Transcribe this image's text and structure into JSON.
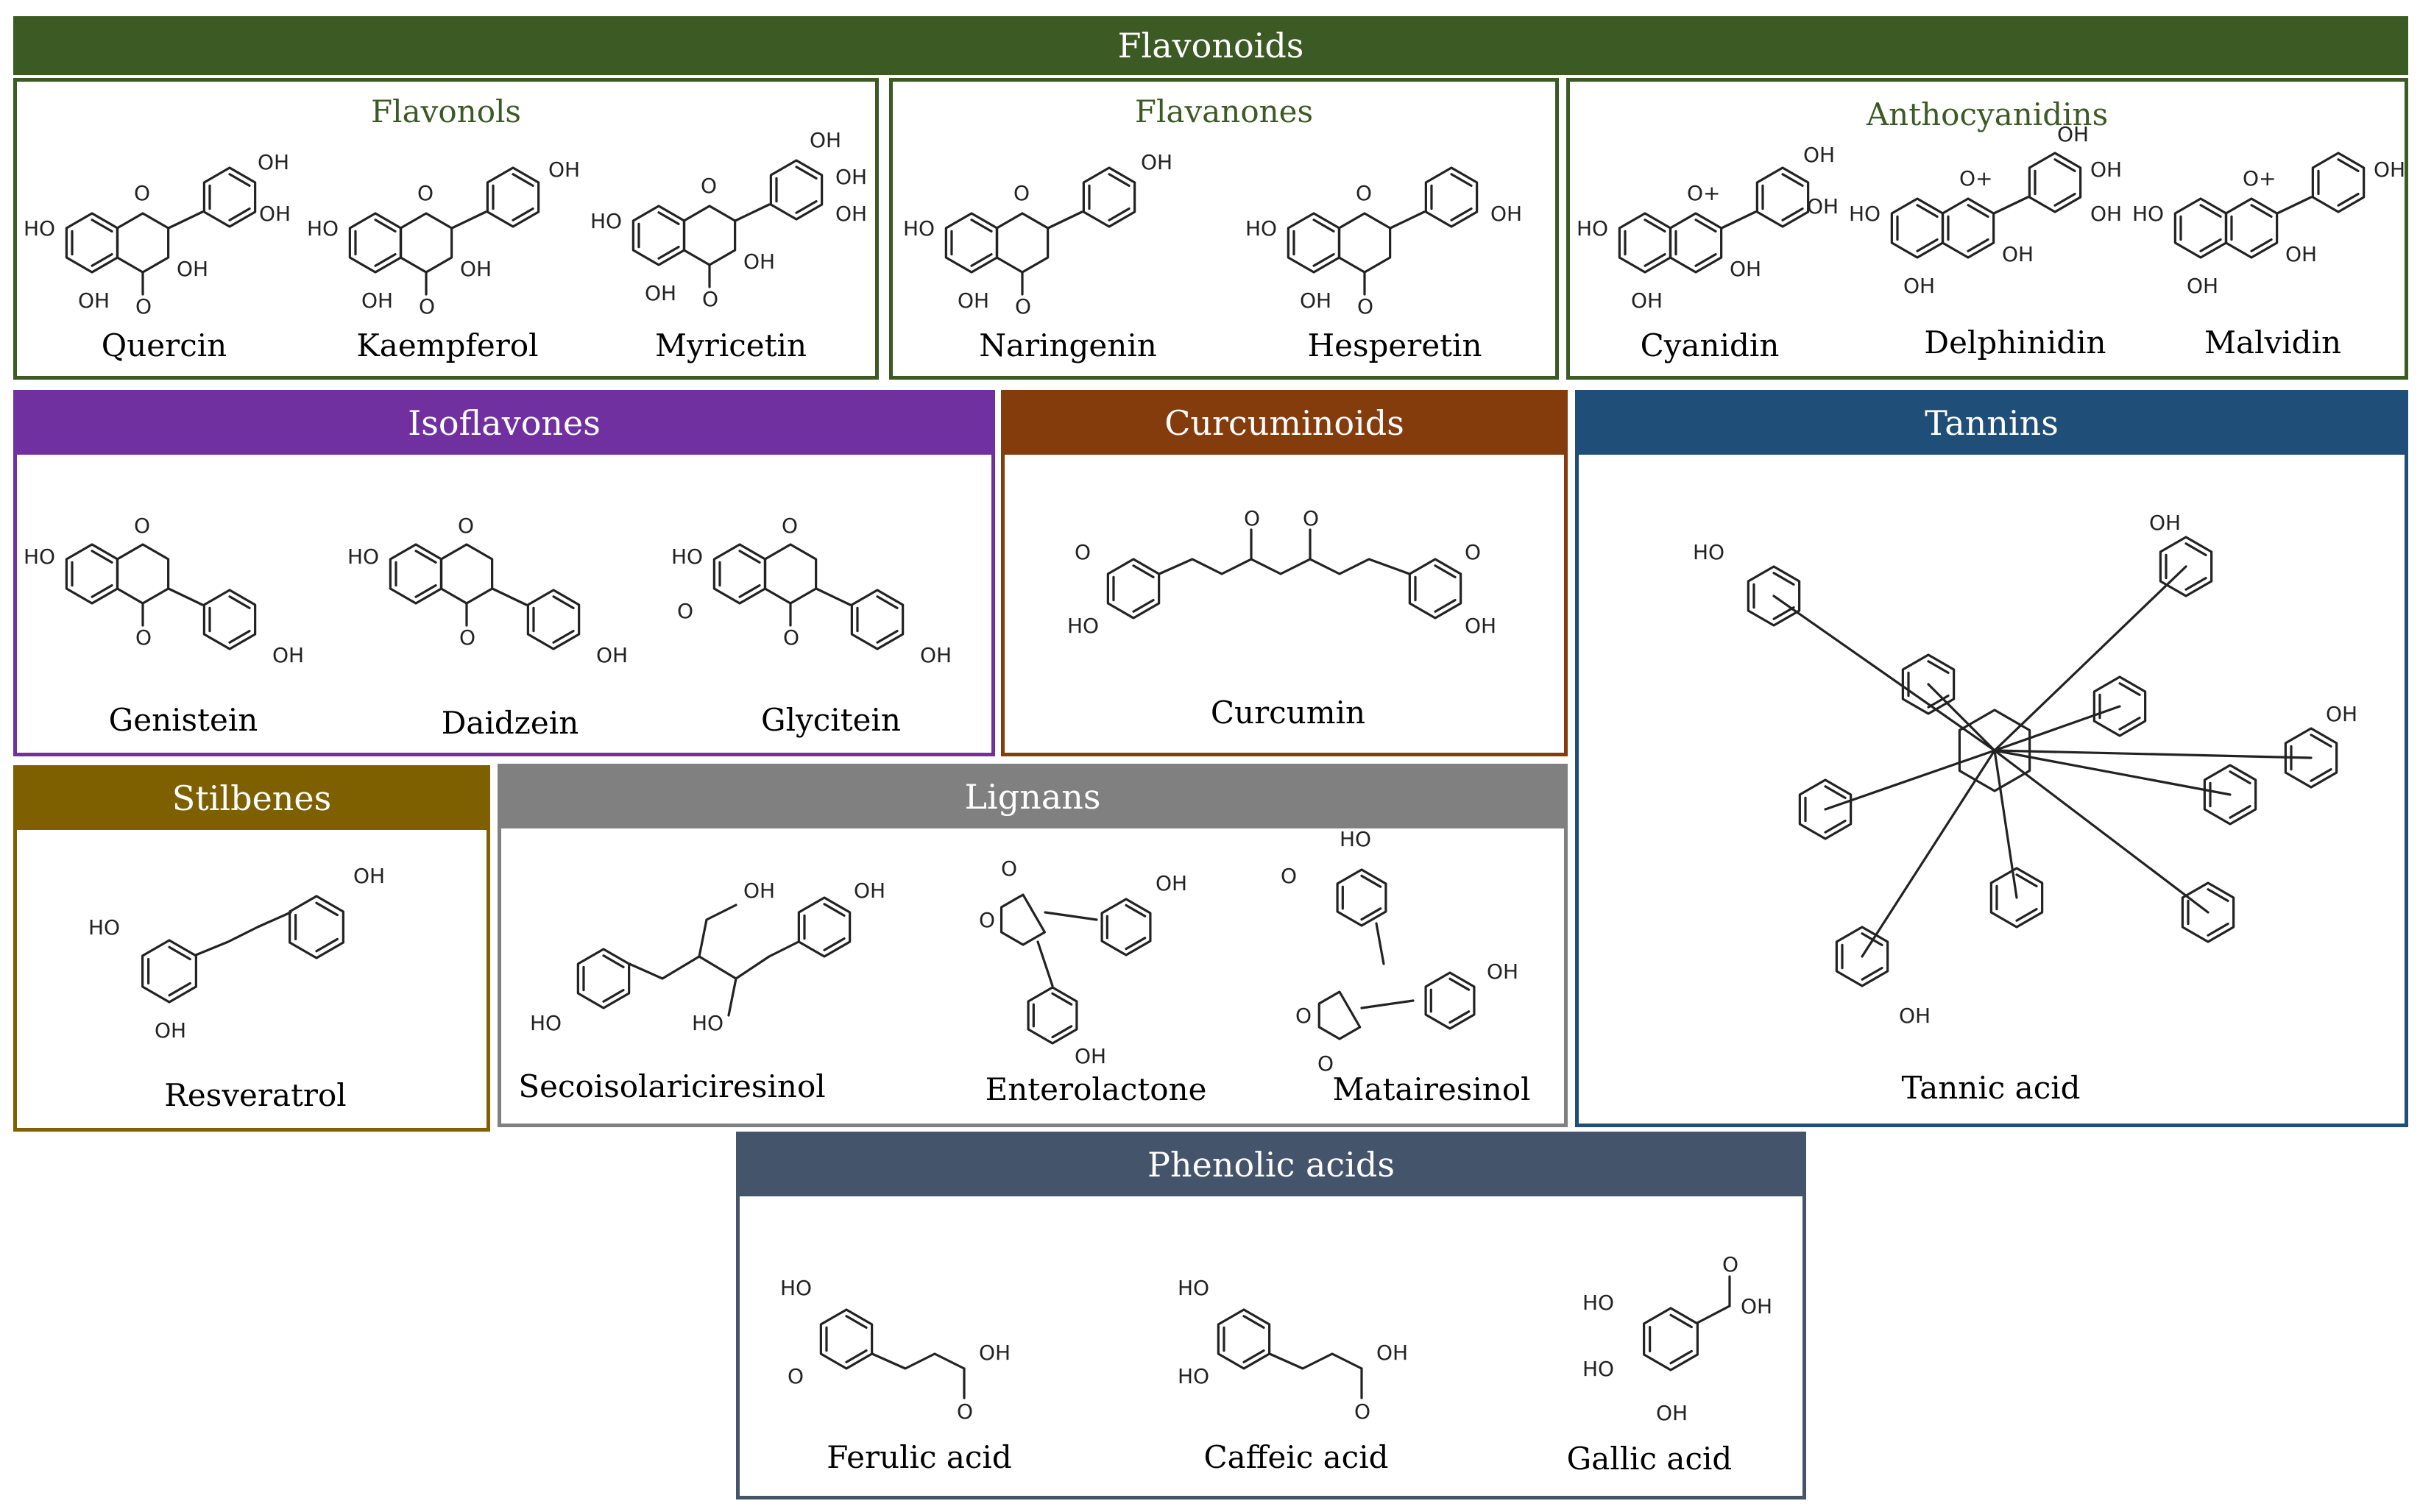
{
  "colors": {
    "flavonoids": "#3b5a24",
    "isoflavones": "#7030a0",
    "curcuminoids": "#843c0c",
    "tannins": "#1f4e79",
    "stilbenes": "#7f6000",
    "lignans": "#808080",
    "phenolic": "#44546a"
  },
  "groups": {
    "flavonoids": {
      "title": "Flavonoids",
      "flavonols": {
        "title": "Flavonols",
        "items": [
          "Quercin",
          "Kaempferol",
          "Myricetin"
        ]
      },
      "flavanones": {
        "title": "Flavanones",
        "items": [
          "Naringenin",
          "Hesperetin"
        ]
      },
      "anthocyanidins": {
        "title": "Anthocyanidins",
        "items": [
          "Cyanidin",
          "Delphinidin",
          "Malvidin"
        ]
      }
    },
    "isoflavones": {
      "title": "Isoflavones",
      "items": [
        "Genistein",
        "Daidzein",
        "Glycitein"
      ]
    },
    "curcuminoids": {
      "title": "Curcuminoids",
      "items": [
        "Curcumin"
      ]
    },
    "tannins": {
      "title": "Tannins",
      "items": [
        "Tannic acid"
      ]
    },
    "stilbenes": {
      "title": "Stilbenes",
      "items": [
        "Resveratrol"
      ]
    },
    "lignans": {
      "title": "Lignans",
      "items": [
        "Secoisolariciresinol",
        "Enterolactone",
        "Matairesinol"
      ]
    },
    "phenolic": {
      "title": "Phenolic acids",
      "items": [
        "Ferulic acid",
        "Caffeic acid",
        "Gallic acid"
      ]
    }
  },
  "atoms": {
    "oh": "OH",
    "ho": "HO",
    "o": "O",
    "o_plus": "O+"
  }
}
